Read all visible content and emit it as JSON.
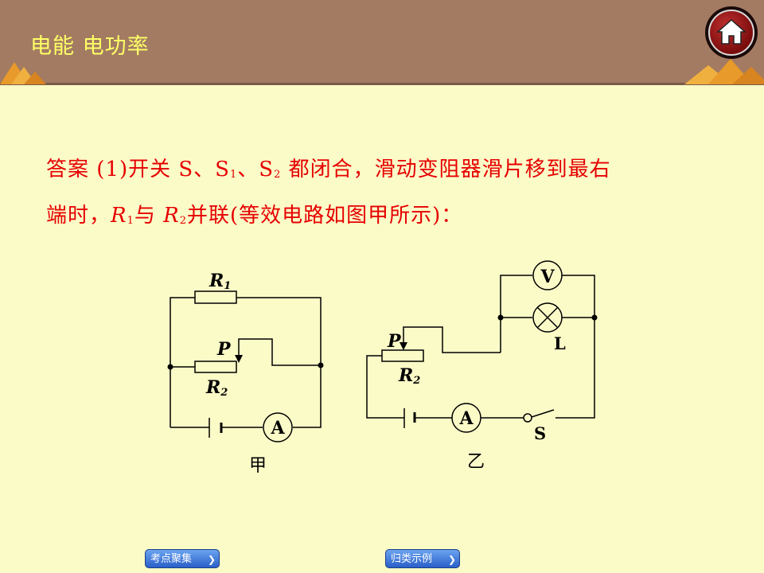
{
  "header": {
    "title": "电能 电功率"
  },
  "answer": {
    "line1_prefix": "答案",
    "line1_a": "(1)开关 S、S",
    "sub_1": "1",
    "line1_b": "、S",
    "sub_2": "2",
    "line1_c": "都闭合，滑动变阻器滑片移到最右",
    "line2_a": "端时，",
    "r1_letter": "R",
    "r1_sub": "1",
    "line2_b": "与",
    "r2_letter": "R",
    "r2_sub": "2",
    "line2_c": "并联(等效电路如图甲所示)："
  },
  "circuit_jia": {
    "r1_letter": "R",
    "r1_sub": "1",
    "r2_letter": "R",
    "r2_sub": "2",
    "slider": "P",
    "ammeter": "A",
    "caption": "甲"
  },
  "circuit_yi": {
    "voltmeter": "V",
    "lamp": "L",
    "slider": "P",
    "r2_letter": "R",
    "r2_sub": "2",
    "ammeter": "A",
    "switch": "S",
    "caption": "乙"
  },
  "nav": {
    "btn_left": "考点聚集",
    "btn_right": "归类示例",
    "arrow": "❯"
  },
  "colors": {
    "header": "#a37b62",
    "title": "#ffff66",
    "background": "#fbfbc8",
    "answer_text": "#e60000"
  }
}
